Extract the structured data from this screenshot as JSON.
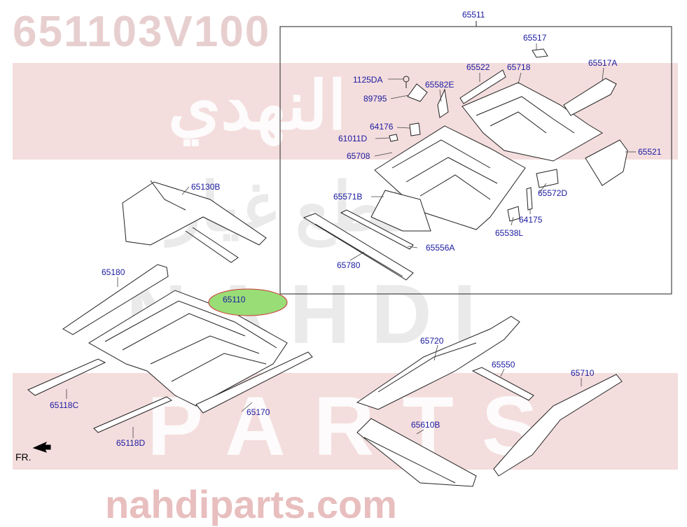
{
  "watermark": {
    "part_number": "651103V100",
    "arabic_top": "النهدي",
    "arabic_mid": "قطع غيار",
    "brand_word": "NAHDI",
    "parts_word": "PARTS",
    "site": "nahdiparts.com"
  },
  "fr_label": "FR.",
  "highlight_color": "#99dd77",
  "labels": {
    "p65511": "65511",
    "p65517": "65517",
    "p65522": "65522",
    "p65718": "65718",
    "p65517A": "65517A",
    "p1125DA": "1125DA",
    "p65582E": "65582E",
    "p89795": "89795",
    "p64176": "64176",
    "p61011D": "61011D",
    "p65708": "65708",
    "p65521": "65521",
    "p65130B": "65130B",
    "p65571B": "65571B",
    "p65572D": "65572D",
    "p64175": "64175",
    "p65538L": "65538L",
    "p65556A": "65556A",
    "p65780": "65780",
    "p65180": "65180",
    "p65110": "65110",
    "p65720": "65720",
    "p65550": "65550",
    "p65710": "65710",
    "p65118C": "65118C",
    "p65170": "65170",
    "p65610B": "65610B",
    "p65118D": "65118D"
  }
}
